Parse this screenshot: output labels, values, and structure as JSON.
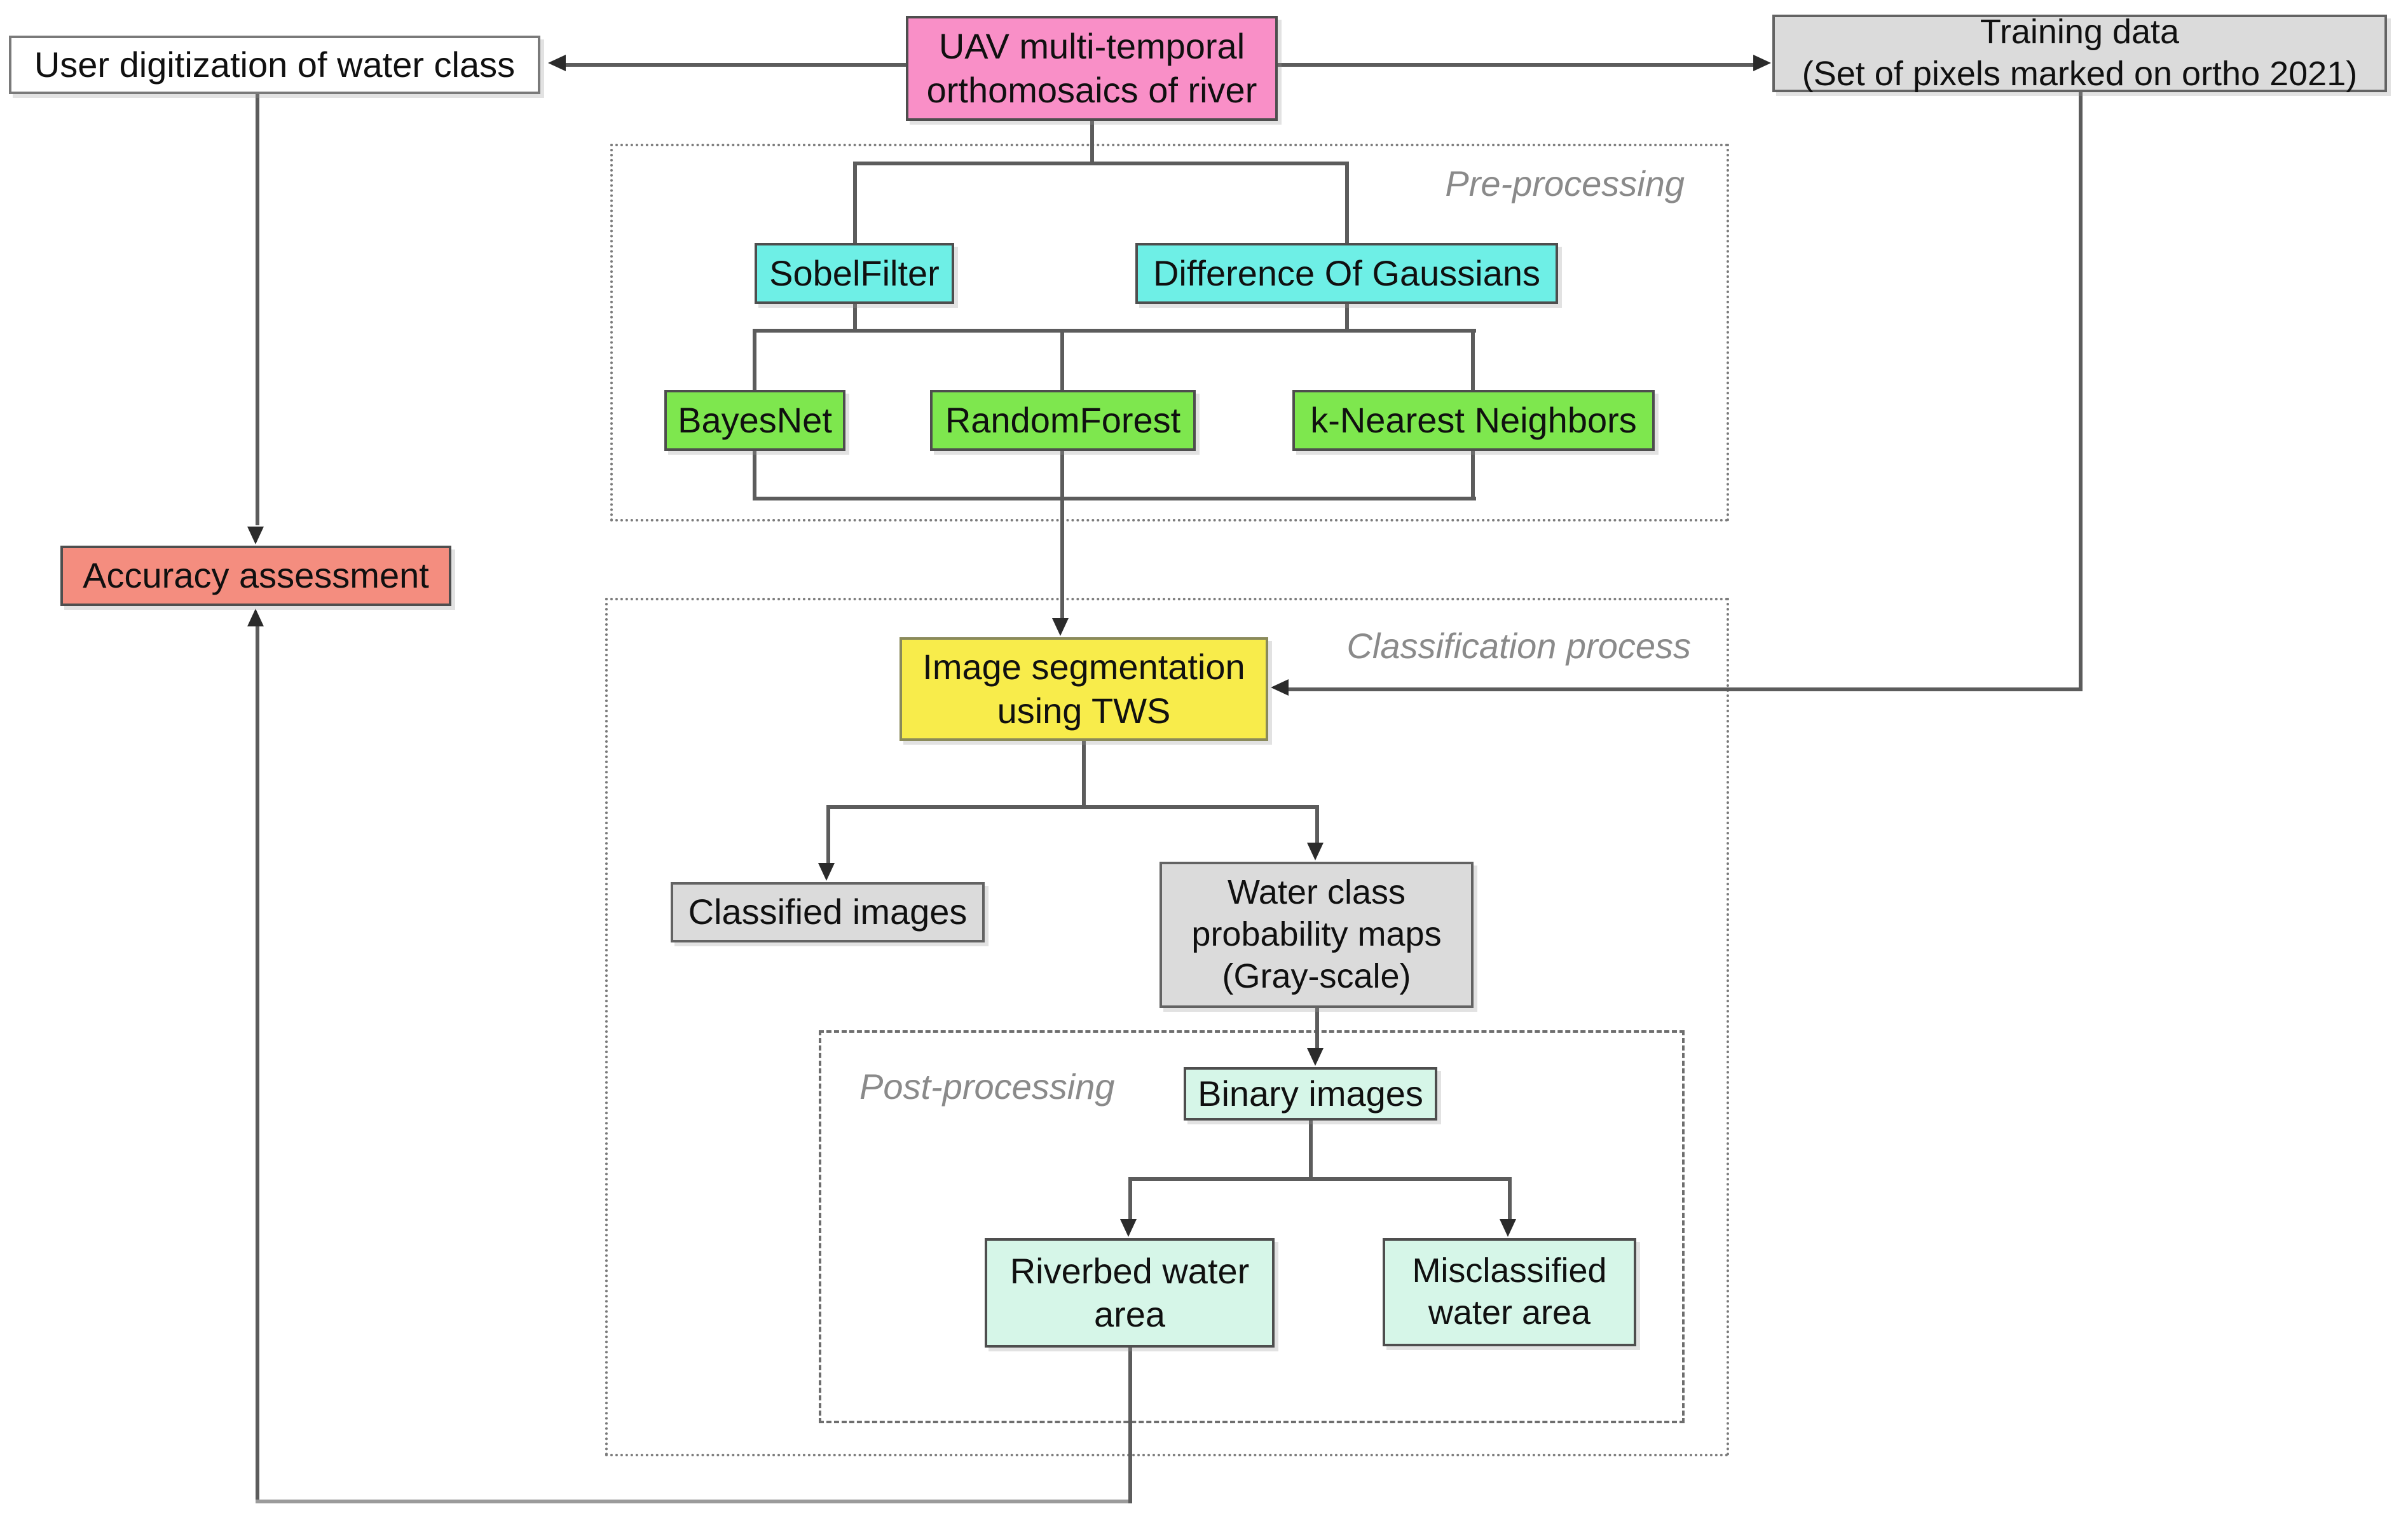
{
  "diagram": {
    "nodes": {
      "user_digitization": {
        "label": "User digitization of water class",
        "fill": "#FFFFFF"
      },
      "uav": {
        "label": "UAV multi-temporal\northomosaics of river",
        "fill": "#F98FC7"
      },
      "training": {
        "label": "Training data\n(Set of pixels marked on ortho 2021)",
        "fill": "#DCDCDC"
      },
      "sobel": {
        "label": "SobelFilter",
        "fill": "#6EEFE6"
      },
      "dog": {
        "label": "Difference Of Gaussians",
        "fill": "#6EEFE6"
      },
      "bayesnet": {
        "label": "BayesNet",
        "fill": "#7EE74E"
      },
      "randomforest": {
        "label": "RandomForest",
        "fill": "#7EE74E"
      },
      "knn": {
        "label": "k-Nearest Neighbors",
        "fill": "#7EE74E"
      },
      "accuracy": {
        "label": "Accuracy assessment",
        "fill": "#F48D7F"
      },
      "tws": {
        "label": "Image segmentation\nusing TWS",
        "fill": "#F8EC4B"
      },
      "classified": {
        "label": "Classified images",
        "fill": "#DBDBDB"
      },
      "waterclass": {
        "label": "Water class\nprobability maps\n(Gray-scale)",
        "fill": "#DBDBDB"
      },
      "binary": {
        "label": "Binary images",
        "fill": "#D6F6E8"
      },
      "riverbed": {
        "label": "Riverbed water\narea",
        "fill": "#D6F6E8"
      },
      "misclassified": {
        "label": "Misclassified\nwater area",
        "fill": "#D6F6E8"
      }
    },
    "groups": {
      "preprocessing": {
        "label": "Pre-processing"
      },
      "classification": {
        "label": "Classification process"
      },
      "postprocessing": {
        "label": "Post-processing"
      }
    },
    "palette": {
      "pink": "#F98FC7",
      "cyan": "#6EEFE6",
      "green": "#7EE74E",
      "yellow": "#F8EC4B",
      "salmon": "#F48D7F",
      "gray": "#DBDBDB",
      "mint": "#D6F6E8",
      "white": "#FFFFFF",
      "line": "#5C5C5C",
      "group_label": "#8A8A8A"
    }
  }
}
